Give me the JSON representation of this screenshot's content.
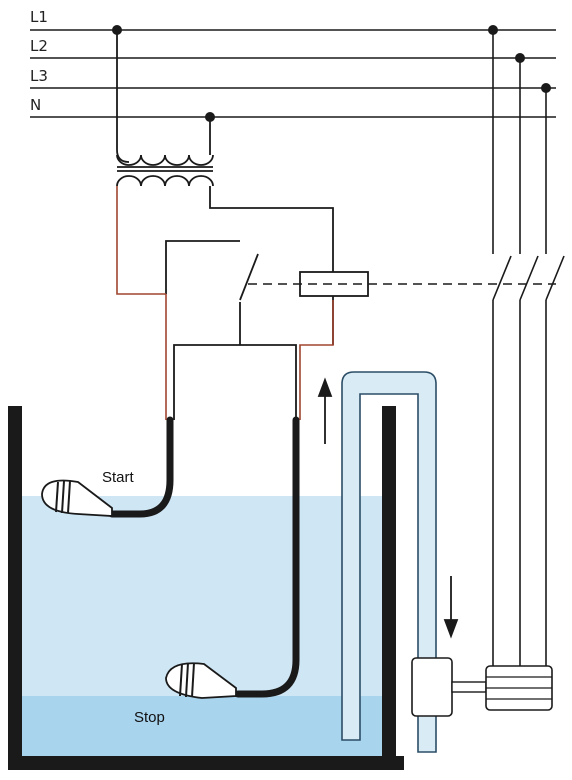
{
  "bus_labels": [
    "L1",
    "L2",
    "L3",
    "N"
  ],
  "float_labels": {
    "start": "Start",
    "stop": "Stop"
  },
  "colors": {
    "line": "#1a1a1a",
    "control_wire": "#a0452f",
    "water_upper": "#cfe6f4",
    "water_lower": "#a9d4ee",
    "pipe_fill": "#d9ecf6",
    "pipe_stroke": "#2b4d66",
    "tank": "#1a1a1a",
    "float_body": "#ffffff"
  },
  "icons": [
    "transformer-icon",
    "relay-coil-icon",
    "contact-switch-icon",
    "float-switch-icon",
    "pump-motor-icon",
    "flow-arrow-icon"
  ]
}
